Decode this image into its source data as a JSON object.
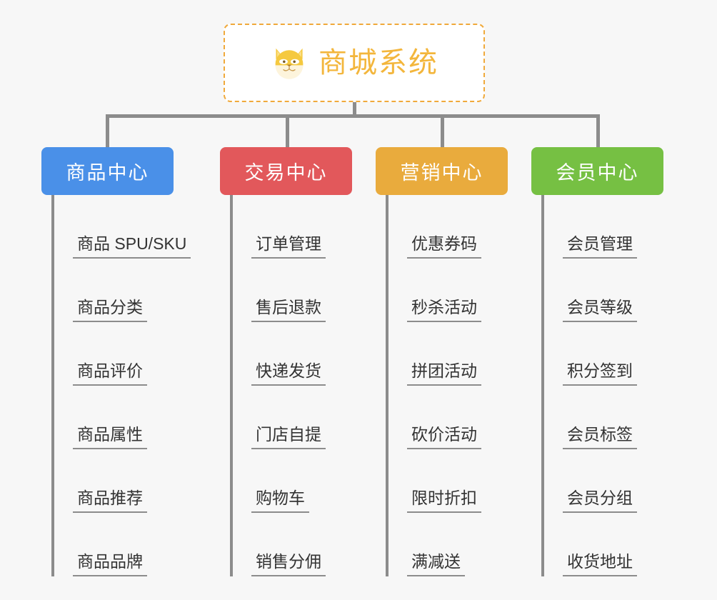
{
  "page": {
    "background_color": "#f7f7f7",
    "line_color": "#8c8c8c",
    "leaf_text_color": "#333333"
  },
  "root": {
    "title": "商城系统",
    "icon": "shiba-dog-icon",
    "text_color": "#f3b63c",
    "border_color": "#f0a93b",
    "background_color": "#ffffff"
  },
  "categories": [
    {
      "label": "商品中心",
      "color": "#4a90e8",
      "items": [
        "商品 SPU/SKU",
        "商品分类",
        "商品评价",
        "商品属性",
        "商品推荐",
        "商品品牌"
      ]
    },
    {
      "label": "交易中心",
      "color": "#e2585b",
      "items": [
        "订单管理",
        "售后退款",
        "快递发货",
        "门店自提",
        "购物车",
        "销售分佣"
      ]
    },
    {
      "label": "营销中心",
      "color": "#e9ab3d",
      "items": [
        "优惠券码",
        "秒杀活动",
        "拼团活动",
        "砍价活动",
        "限时折扣",
        "满减送"
      ]
    },
    {
      "label": "会员中心",
      "color": "#76c043",
      "items": [
        "会员管理",
        "会员等级",
        "积分签到",
        "会员标签",
        "会员分组",
        "收货地址"
      ]
    }
  ]
}
